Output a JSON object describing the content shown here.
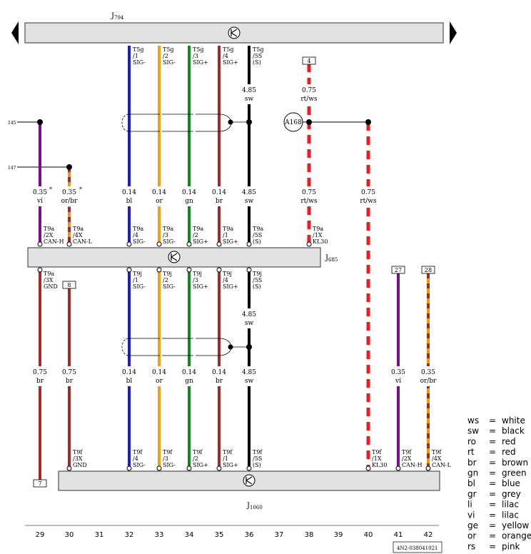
{
  "components": {
    "top": {
      "name": "J",
      "sub": "794"
    },
    "mid": {
      "name": "J",
      "sub": "685"
    },
    "bot": {
      "name": "J",
      "sub": "1060"
    },
    "a168": "A168"
  },
  "left_refs": [
    {
      "id": "ref-145",
      "label": "145"
    },
    {
      "id": "ref-147",
      "label": "147"
    }
  ],
  "plugs": [
    {
      "id": "p4",
      "label": "4"
    },
    {
      "id": "p8",
      "label": "8"
    },
    {
      "id": "p27",
      "label": "27"
    },
    {
      "id": "p28",
      "label": "28"
    },
    {
      "id": "p7",
      "label": "7"
    }
  ],
  "wires": [
    {
      "id": "w29",
      "color": [
        "#7a0f8c"
      ],
      "upper": {
        "lines": [
          "0.35",
          "vi"
        ]
      },
      "mid_pin": [
        "T9a",
        "/2X",
        "CAN-H"
      ],
      "low_pin": [
        "T9a",
        "/3X",
        "GND"
      ],
      "lower_color": [
        "#a32a2a"
      ],
      "lower": {
        "lines": [
          "0.75",
          "br"
        ]
      }
    },
    {
      "id": "w30",
      "color": [
        "#e89a10",
        "#a32a2a"
      ],
      "upper": {
        "lines": [
          "0.35",
          "or/br"
        ]
      },
      "mid_pin": [
        "T9a",
        "/4X",
        "CAN-L"
      ],
      "lower_color": [
        "#a32a2a"
      ],
      "lower": {
        "lines": [
          "0.75",
          "br"
        ]
      },
      "bot_pin": [
        "T9f",
        "/3X",
        "GND"
      ]
    },
    {
      "id": "w32",
      "color": [
        "#1a1ae6"
      ],
      "top_pin": [
        "T5g",
        "/1",
        "SIG-"
      ],
      "upper": {
        "lines": [
          "0.14",
          "bl"
        ]
      },
      "mid_pin": [
        "T9a",
        "/4",
        "SIG-"
      ],
      "low_pin": [
        "T9j",
        "/1",
        "SIG-"
      ],
      "lower": {
        "lines": [
          "0.14",
          "bl"
        ]
      },
      "bot_pin": [
        "T9f",
        "/4",
        "SIG-"
      ]
    },
    {
      "id": "w33",
      "color": [
        "#f0a010"
      ],
      "top_pin": [
        "T5g",
        "/2",
        "SIG-"
      ],
      "upper": {
        "lines": [
          "0.14",
          "or"
        ]
      },
      "mid_pin": [
        "T9a",
        "/3",
        "SIG-"
      ],
      "low_pin": [
        "T9j",
        "/2",
        "SIG-"
      ],
      "lower": {
        "lines": [
          "0.14",
          "or"
        ]
      },
      "bot_pin": [
        "T9f",
        "/3",
        "SIG-"
      ]
    },
    {
      "id": "w34",
      "color": [
        "#0e8a1e"
      ],
      "top_pin": [
        "T5g",
        "/3",
        "SIG+"
      ],
      "upper": {
        "lines": [
          "0.14",
          "gn"
        ]
      },
      "mid_pin": [
        "T9a",
        "/2",
        "SIG+"
      ],
      "low_pin": [
        "T9j",
        "/3",
        "SIG+"
      ],
      "lower": {
        "lines": [
          "0.14",
          "gn"
        ]
      },
      "bot_pin": [
        "T9f",
        "/2",
        "SIG+"
      ]
    },
    {
      "id": "w35",
      "color": [
        "#a32a2a"
      ],
      "top_pin": [
        "T5g",
        "/4",
        "SIG+"
      ],
      "upper": {
        "lines": [
          "0.14",
          "br"
        ]
      },
      "mid_pin": [
        "T9a",
        "/1",
        "SIG+"
      ],
      "low_pin": [
        "T9j",
        "/4",
        "SIG+"
      ],
      "lower": {
        "lines": [
          "0.14",
          "br"
        ]
      },
      "bot_pin": [
        "T9f",
        "/1",
        "SIG+"
      ]
    },
    {
      "id": "w36",
      "color": [
        "#000000"
      ],
      "top_pin": [
        "T5g",
        "/5S",
        "(S)"
      ],
      "top_label": [
        "4.85",
        "sw"
      ],
      "upper": {
        "lines": [
          "4.85",
          "sw"
        ]
      },
      "mid_pin": [
        "T9a",
        "/5S",
        "(S)"
      ],
      "low_pin": [
        "T9j",
        "/5S",
        "(S)"
      ],
      "low_label": [
        "4.85",
        "sw"
      ],
      "lower": {
        "lines": [
          "4.85",
          "sw"
        ]
      },
      "bot_pin": [
        "T9f",
        "/5S",
        "(S)"
      ]
    },
    {
      "id": "w38",
      "color": [
        "#ee1c1c",
        "#ffffff"
      ],
      "top_label": [
        "0.75",
        "rt/ws"
      ],
      "upper": {
        "lines": [
          "0.75",
          "rt/ws"
        ]
      },
      "mid_pin": [
        "T9a",
        "/1X",
        "KL30"
      ]
    },
    {
      "id": "w40",
      "color": [
        "#ee1c1c",
        "#ffffff"
      ],
      "upper": {
        "lines": [
          "0.75",
          "rt/ws"
        ]
      },
      "bot_pin": [
        "T9f",
        "/1X",
        "KL30"
      ]
    },
    {
      "id": "w41",
      "color": [
        "#7a0f8c"
      ],
      "lower": {
        "lines": [
          "0.35",
          "vi"
        ]
      },
      "bot_pin": [
        "T9f",
        "/2X",
        "CAN-H"
      ]
    },
    {
      "id": "w42",
      "color": [
        "#e89a10",
        "#a32a2a"
      ],
      "lower": {
        "lines": [
          "0.35",
          "or/br"
        ]
      },
      "bot_pin": [
        "T9f",
        "/4X",
        "CAN-L"
      ]
    }
  ],
  "columns": [
    "29",
    "30",
    "31",
    "32",
    "33",
    "34",
    "35",
    "36",
    "37",
    "38",
    "39",
    "40",
    "41",
    "42"
  ],
  "legend": [
    {
      "code": "ws",
      "eq": "=",
      "name": "white"
    },
    {
      "code": "sw",
      "eq": "=",
      "name": "black"
    },
    {
      "code": "ro",
      "eq": "=",
      "name": "red"
    },
    {
      "code": "rt",
      "eq": "=",
      "name": "red"
    },
    {
      "code": "br",
      "eq": "=",
      "name": "brown"
    },
    {
      "code": "gn",
      "eq": "=",
      "name": "green"
    },
    {
      "code": "bl",
      "eq": "=",
      "name": "blue"
    },
    {
      "code": "gr",
      "eq": "=",
      "name": "grey"
    },
    {
      "code": "li",
      "eq": "=",
      "name": "lilac"
    },
    {
      "code": "vi",
      "eq": "=",
      "name": "lilac"
    },
    {
      "code": "ge",
      "eq": "=",
      "name": "yellow"
    },
    {
      "code": "or",
      "eq": "=",
      "name": "orange"
    },
    {
      "code": "rs",
      "eq": "=",
      "name": "pink"
    }
  ],
  "drawing_id": "4N2-038041021"
}
